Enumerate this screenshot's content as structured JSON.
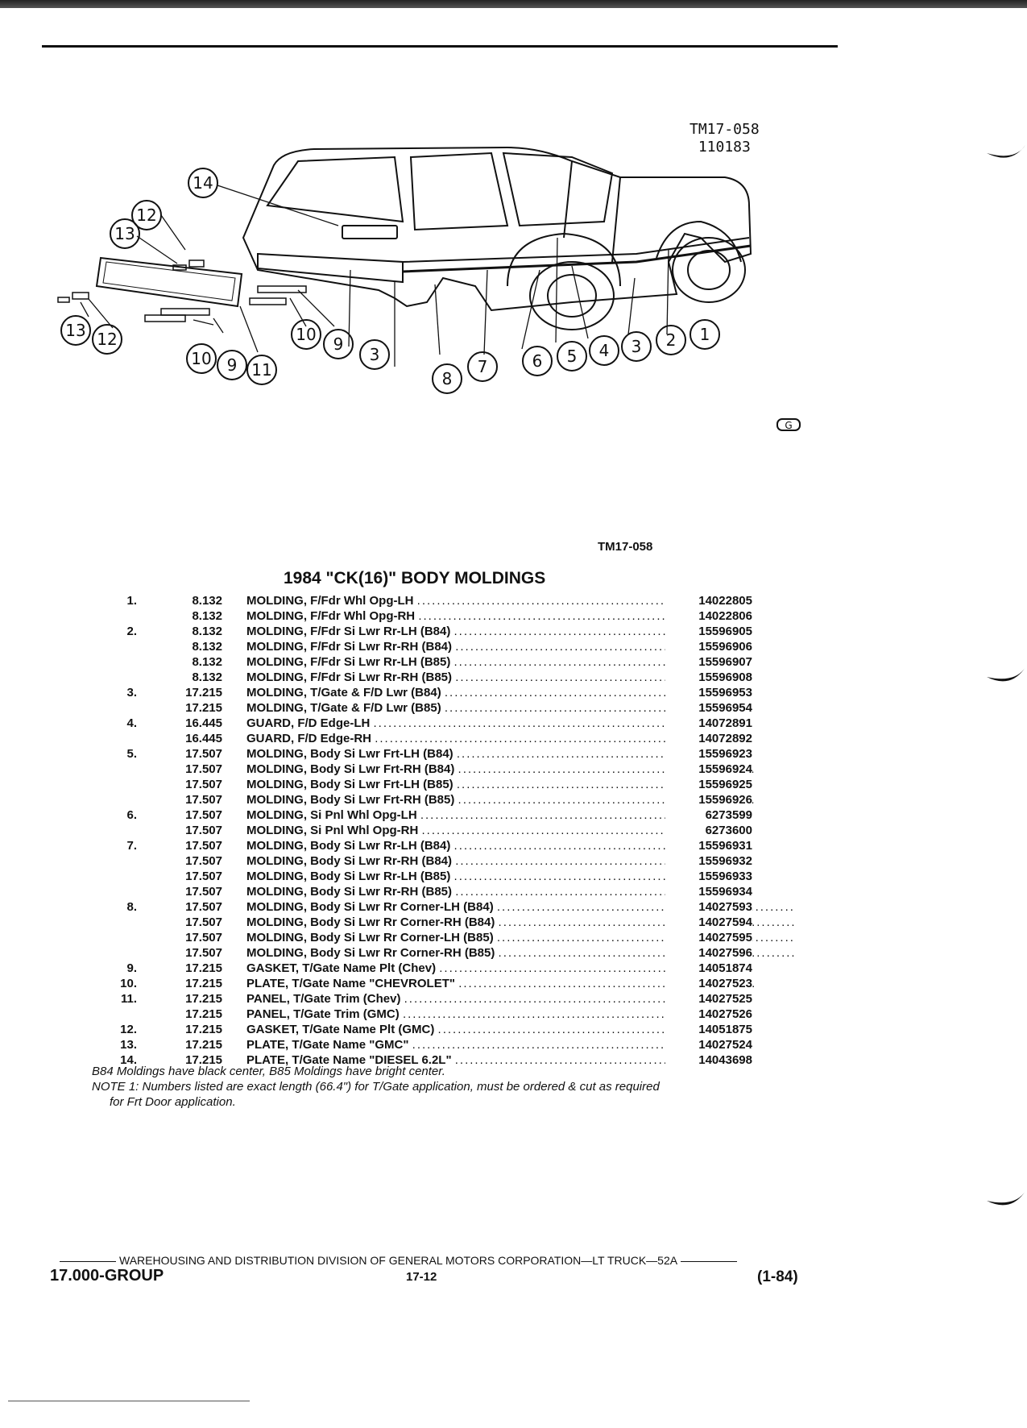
{
  "figure": {
    "code_line1": "TM17-058",
    "code_line2": "110183",
    "label": "TM17-058",
    "logo_letter": "G",
    "callouts": [
      "1",
      "2",
      "3",
      "4",
      "5",
      "6",
      "7",
      "8",
      "9",
      "10",
      "11",
      "12",
      "13",
      "14"
    ]
  },
  "title": "1984 \"CK(16)\" BODY MOLDINGS",
  "parts": [
    {
      "item": "1.",
      "group": "8.132",
      "name": "MOLDING,",
      "desc": "F/Fdr Whl Opg-LH",
      "part": "14022805"
    },
    {
      "item": "",
      "group": "8.132",
      "name": "MOLDING,",
      "desc": "F/Fdr Whl Opg-RH",
      "part": "14022806"
    },
    {
      "item": "2.",
      "group": "8.132",
      "name": "MOLDING,",
      "desc": "F/Fdr Si Lwr Rr-LH (B84)",
      "part": "15596905"
    },
    {
      "item": "",
      "group": "8.132",
      "name": "MOLDING,",
      "desc": "F/Fdr Si Lwr Rr-RH (B84)",
      "part": "15596906"
    },
    {
      "item": "",
      "group": "8.132",
      "name": "MOLDING,",
      "desc": "F/Fdr Si Lwr Rr-LH (B85)",
      "part": "15596907"
    },
    {
      "item": "",
      "group": "8.132",
      "name": "MOLDING,",
      "desc": "F/Fdr Si Lwr Rr-RH (B85)",
      "part": "15596908"
    },
    {
      "item": "3.",
      "group": "17.215",
      "name": "MOLDING,",
      "desc": "T/Gate & F/D Lwr (B84)",
      "part": "15596953"
    },
    {
      "item": "",
      "group": "17.215",
      "name": "MOLDING,",
      "desc": "T/Gate & F/D Lwr (B85)",
      "part": "15596954"
    },
    {
      "item": "4.",
      "group": "16.445",
      "name": "GUARD,",
      "desc": "F/D Edge-LH",
      "part": "14072891"
    },
    {
      "item": "",
      "group": "16.445",
      "name": "GUARD,",
      "desc": "F/D Edge-RH",
      "part": "14072892"
    },
    {
      "item": "5.",
      "group": "17.507",
      "name": "MOLDING,",
      "desc": "Body Si Lwr Frt-LH (B84)",
      "part": "15596923"
    },
    {
      "item": "",
      "group": "17.507",
      "name": "MOLDING,",
      "desc": "Body Si Lwr Frt-RH (B84)",
      "part": "15596924"
    },
    {
      "item": "",
      "group": "17.507",
      "name": "MOLDING,",
      "desc": "Body Si Lwr Frt-LH (B85)",
      "part": "15596925"
    },
    {
      "item": "",
      "group": "17.507",
      "name": "MOLDING,",
      "desc": "Body Si Lwr Frt-RH (B85)",
      "part": "15596926"
    },
    {
      "item": "6.",
      "group": "17.507",
      "name": "MOLDING,",
      "desc": "Si Pnl Whl Opg-LH",
      "part": "6273599"
    },
    {
      "item": "",
      "group": "17.507",
      "name": "MOLDING,",
      "desc": "Si Pnl Whl Opg-RH",
      "part": "6273600"
    },
    {
      "item": "7.",
      "group": "17.507",
      "name": "MOLDING,",
      "desc": "Body Si Lwr Rr-LH (B84)",
      "part": "15596931"
    },
    {
      "item": "",
      "group": "17.507",
      "name": "MOLDING,",
      "desc": "Body Si Lwr Rr-RH (B84)",
      "part": "15596932"
    },
    {
      "item": "",
      "group": "17.507",
      "name": "MOLDING,",
      "desc": "Body Si Lwr Rr-LH (B85)",
      "part": "15596933"
    },
    {
      "item": "",
      "group": "17.507",
      "name": "MOLDING,",
      "desc": "Body Si Lwr Rr-RH (B85)",
      "part": "15596934"
    },
    {
      "item": "8.",
      "group": "17.507",
      "name": "MOLDING,",
      "desc": "Body Si Lwr Rr Corner-LH (B84)",
      "part": "14027593"
    },
    {
      "item": "",
      "group": "17.507",
      "name": "MOLDING,",
      "desc": "Body Si Lwr Rr Corner-RH (B84)",
      "part": "14027594"
    },
    {
      "item": "",
      "group": "17.507",
      "name": "MOLDING,",
      "desc": "Body Si Lwr Rr Corner-LH (B85)",
      "part": "14027595"
    },
    {
      "item": "",
      "group": "17.507",
      "name": "MOLDING,",
      "desc": "Body Si Lwr Rr Corner-RH (B85)",
      "part": "14027596"
    },
    {
      "item": "9.",
      "group": "17.215",
      "name": "GASKET,",
      "desc": "T/Gate Name Plt (Chev)",
      "part": "14051874"
    },
    {
      "item": "10.",
      "group": "17.215",
      "name": "PLATE,",
      "desc": "T/Gate Name \"CHEVROLET\"",
      "part": "14027523"
    },
    {
      "item": "11.",
      "group": "17.215",
      "name": "PANEL,",
      "desc": "T/Gate Trim (Chev)",
      "part": "14027525"
    },
    {
      "item": "",
      "group": "17.215",
      "name": "PANEL,",
      "desc": "T/Gate Trim (GMC)",
      "part": "14027526"
    },
    {
      "item": "12.",
      "group": "17.215",
      "name": "GASKET,",
      "desc": "T/Gate Name Plt (GMC)",
      "part": "14051875"
    },
    {
      "item": "13.",
      "group": "17.215",
      "name": "PLATE,",
      "desc": "T/Gate Name \"GMC\"",
      "part": "14027524"
    },
    {
      "item": "14.",
      "group": "17.215",
      "name": "PLATE,",
      "desc": "T/Gate Name \"DIESEL 6.2L\"",
      "part": "14043698"
    }
  ],
  "notes": {
    "line1": "B84 Moldings have black center, B85 Moldings have bright center.",
    "line2": "NOTE 1: Numbers listed are exact length (66.4\") for T/Gate application, must be ordered & cut as required",
    "line3": "for Frt Door application."
  },
  "footer": {
    "division": "WAREHOUSING AND DISTRIBUTION DIVISION OF GENERAL MOTORS CORPORATION—LT TRUCK—52A",
    "group": "17.000-GROUP",
    "page": "17-12",
    "date": "(1-84)"
  }
}
